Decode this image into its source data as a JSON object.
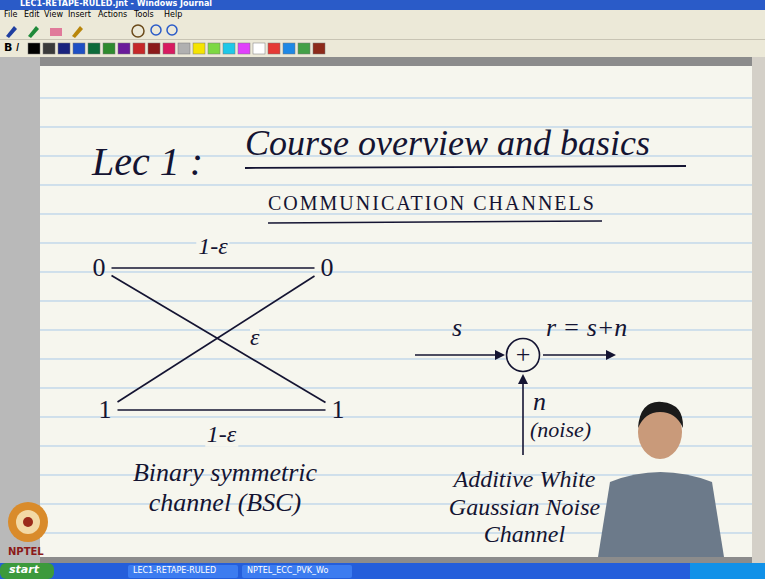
{
  "diagram": {
    "title": "Course overview and basics",
    "nodes": [
      {
        "text": [
          "0"
        ]
      },
      {
        "text": [
          "0"
        ]
      },
      {
        "text": [
          "1"
        ]
      },
      {
        "text": [
          "1"
        ]
      },
      {
        "text": [
          "+"
        ]
      }
    ],
    "edges": [
      {
        "from": 0,
        "to": 1,
        "arrow": "none",
        "label": "1-ε"
      },
      {
        "from": 0,
        "to": 3,
        "arrow": "none"
      },
      {
        "from": 2,
        "to": 1,
        "arrow": "none"
      },
      {
        "from": 2,
        "to": 3,
        "arrow": "none",
        "label": "1-ε"
      }
    ],
    "labels": [
      "LEC1-RETAPE-RULED.jnt - Windows Journal",
      "File",
      "Edit",
      "View",
      "Insert",
      "Actions",
      "Tools",
      "Help",
      "B",
      "I",
      "Lec 1 :",
      "COMMUNICATION CHANNELS",
      "ε",
      "Binary symmetric channel (BSC)",
      "s",
      "r = s+n",
      "n",
      "(noise)",
      "Additive White Gaussian Noise Channel",
      "NPTEL",
      "start",
      "LEC1-RETAPE-RULED",
      "NPTEL_ECC_PVK_Wo"
    ]
  }
}
